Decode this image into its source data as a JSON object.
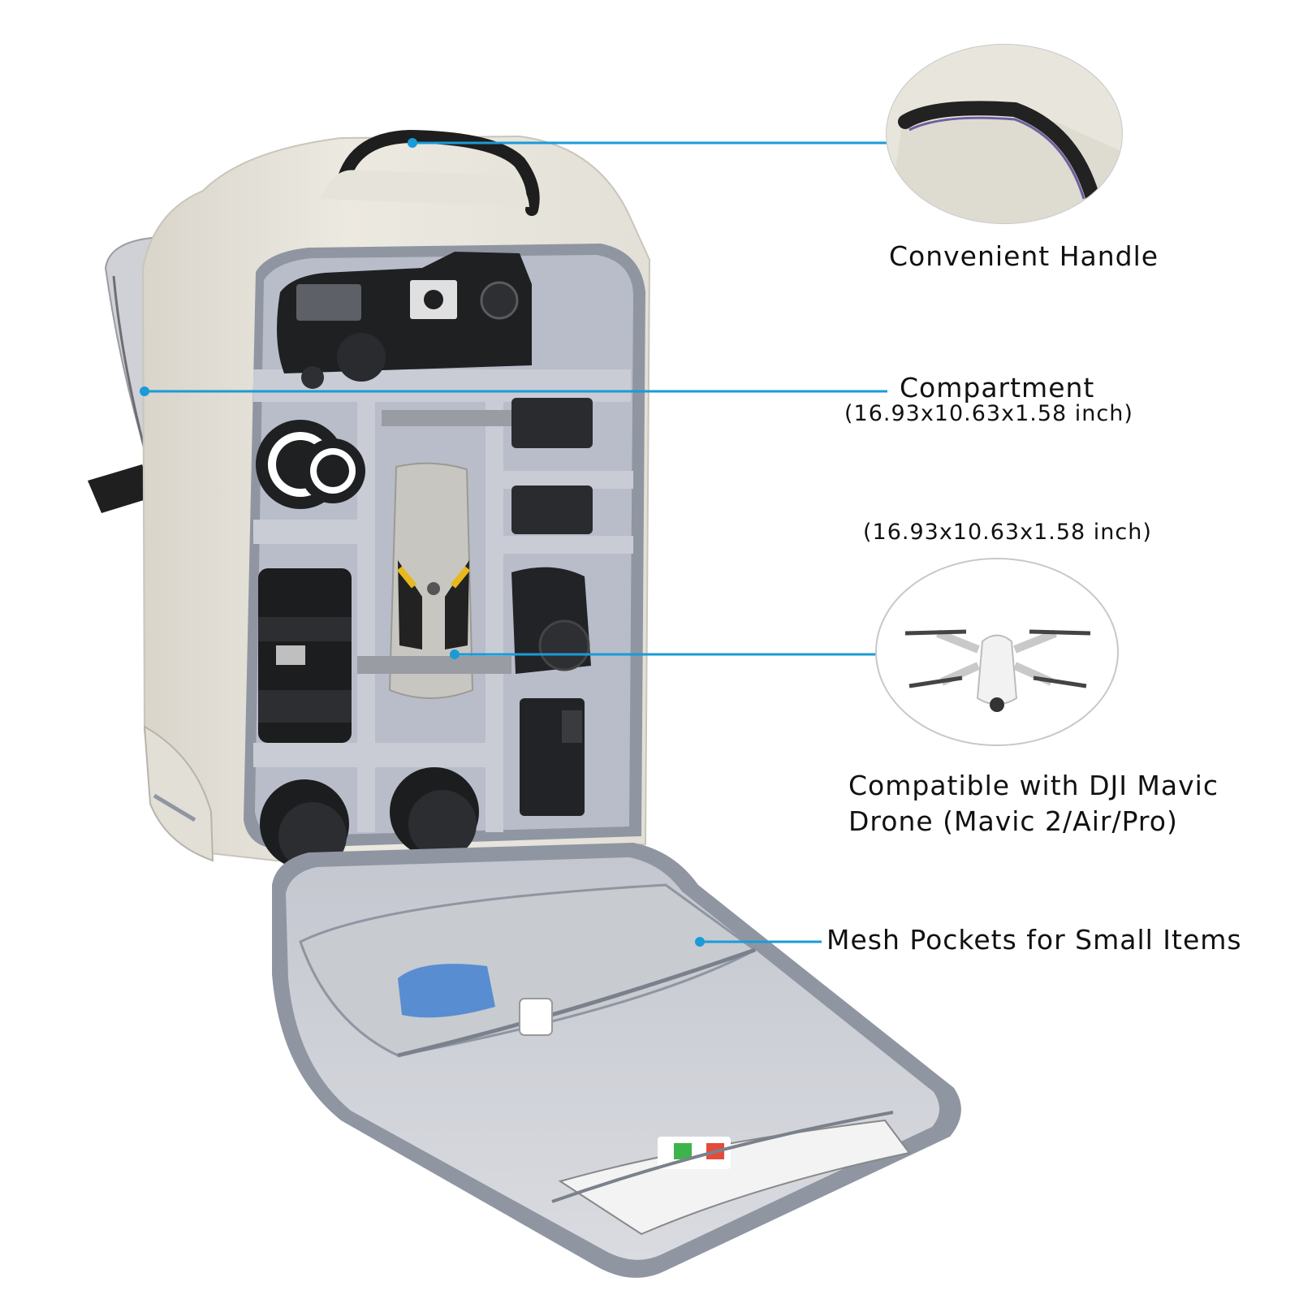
{
  "colors": {
    "callout_line": "#1a9bd7",
    "bag_shell": "#eae7df",
    "bag_interior": "#b9bdc9",
    "zipper_trim": "#8f96a2"
  },
  "callouts": {
    "handle": {
      "label": "Convenient Handle"
    },
    "compartment": {
      "label": "Compartment",
      "dimensions": "(16.93x10.63x1.58 inch)"
    },
    "dimensions_repeat": "(16.93x10.63x1.58 inch)",
    "drone": {
      "line1": "Compatible with DJI Mavic",
      "line2": "Drone (Mavic 2/Air/Pro)"
    },
    "mesh": {
      "label": "Mesh Pockets for Small Items"
    }
  },
  "icons": {
    "handle_zoom": "handle-closeup-icon",
    "drone_zoom": "drone-icon",
    "camera": "camera-body-icon",
    "lens": "lens-icon",
    "flash": "speedlight-flash-icon",
    "tablet": "tablet-icon"
  }
}
